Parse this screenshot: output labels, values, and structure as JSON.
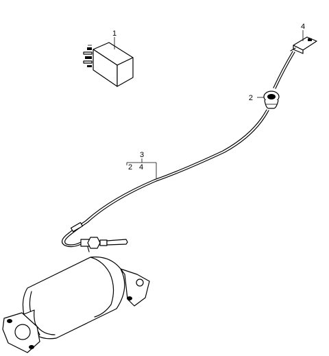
{
  "callouts": {
    "c1": "1",
    "c2": "2",
    "c3": "3",
    "c4": "4",
    "c5": "2",
    "c6": "4"
  }
}
